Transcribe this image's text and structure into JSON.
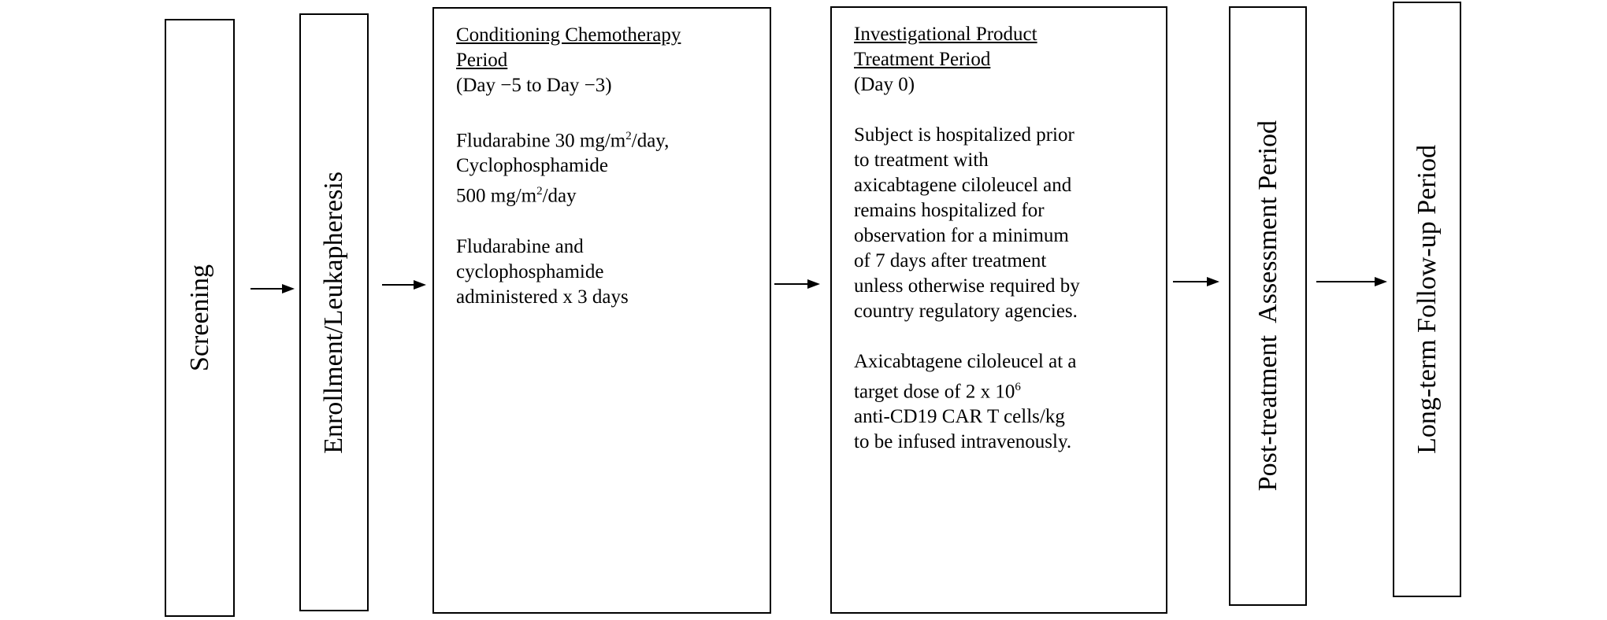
{
  "steps": {
    "screening": "Screening",
    "enrollment": "Enrollment/Leukapheresis",
    "conditioning": {
      "heading_line1": "Conditioning Chemotherapy",
      "heading_line2": "Period",
      "days": "(Day −5 to Day −3)",
      "dose_line1_pre": "Fludarabine 30 mg/m",
      "dose_line1_sup": "2",
      "dose_line1_post": "/day,",
      "dose_line2": "Cyclophosphamide",
      "dose_line3_pre": "500 mg/m",
      "dose_line3_sup": "2",
      "dose_line3_post": "/day",
      "admin_line1": "Fludarabine and",
      "admin_line2": "cyclophosphamide",
      "admin_line3": "administered x 3 days"
    },
    "investigational": {
      "heading_line1": "Investigational Product",
      "heading_line2": "Treatment Period",
      "days": "(Day 0)",
      "hosp_lines": [
        "Subject is hospitalized prior",
        "to treatment with",
        "axicabtagene ciloleucel and",
        "remains hospitalized for",
        "observation for a minimum",
        "of 7 days after treatment",
        "unless otherwise required by",
        "country regulatory agencies."
      ],
      "dose_line1": "Axicabtagene ciloleucel at a",
      "dose_line2_pre": "target dose of 2 x 10",
      "dose_line2_sup": "6",
      "dose_line3": "anti-CD19 CAR T cells/kg",
      "dose_line4": "to be infused intravenously."
    },
    "post_treatment": "Post-treatment  Assessment Period",
    "long_term": "Long-term Follow-up Period"
  }
}
